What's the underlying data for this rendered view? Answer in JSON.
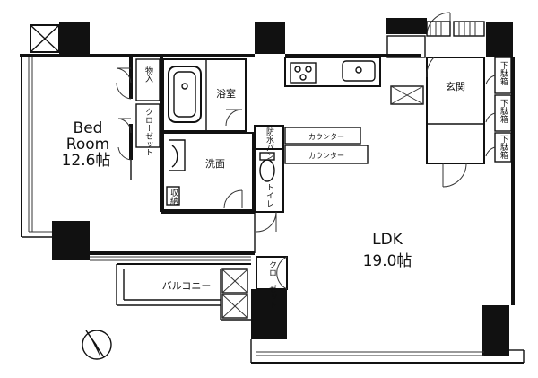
{
  "rooms": {
    "bedroom": {
      "name": "Bed\nRoom",
      "name_line1": "Bed",
      "name_line2": "Room",
      "size": "12.6帖"
    },
    "ldk": {
      "name": "LDK",
      "size": "19.0帖"
    },
    "bath": {
      "name": "浴室"
    },
    "washroom": {
      "name": "洗面"
    },
    "toilet": {
      "name": "トイレ"
    },
    "entrance": {
      "name": "玄関"
    },
    "balcony": {
      "name": "バルコニー"
    }
  },
  "storage": {
    "bed_storage": "物入",
    "bed_closet": "クローゼット",
    "ldk_closet": "クローゼット",
    "waterproof_pan": "防水パン",
    "shoe_box_1": "下駄箱",
    "shoe_box_2": "下駄箱",
    "shoe_box_3": "下駄箱",
    "washroom_shelf": "収納"
  },
  "counters": {
    "counter_1": "カウンター",
    "counter_2": "カウンター"
  },
  "compass": {
    "icon": "north-arrow-icon"
  }
}
